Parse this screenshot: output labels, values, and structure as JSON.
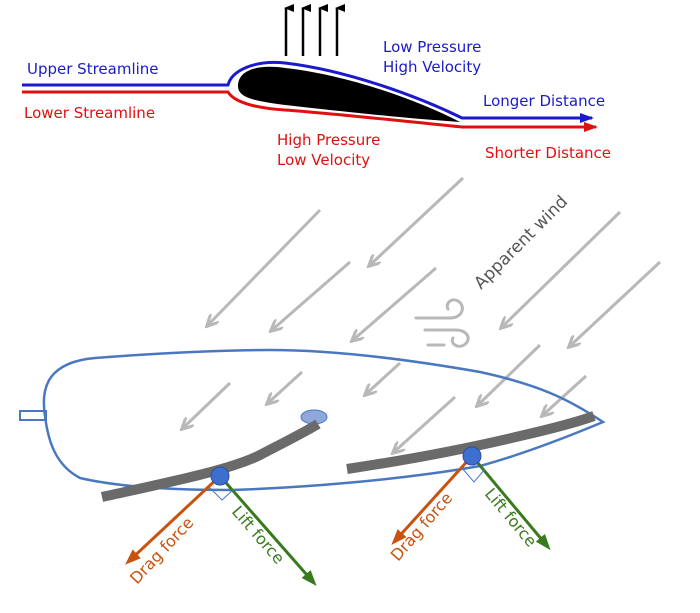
{
  "airfoil": {
    "upper_streamline": "Upper Streamline",
    "lower_streamline": "Lower Streamline",
    "low_pressure_1": "Low Pressure",
    "low_pressure_2": "High Velocity",
    "high_pressure_1": "High Pressure",
    "high_pressure_2": "Low Velocity",
    "longer": "Longer Distance",
    "shorter": "Shorter Distance"
  },
  "sail": {
    "apparent_wind": "Apparent wind",
    "drag_force_1": "Drag force",
    "lift_force_1": "Lift force",
    "drag_force_2": "Drag force",
    "lift_force_2": "Lift force"
  },
  "colors": {
    "blue": "#1a1acc",
    "red": "#e01010",
    "hull": "#4a78c0",
    "sail": "#6a6a6a",
    "wind": "#b8b8b8",
    "drag": "#c8530f",
    "lift": "#3a7a1e"
  }
}
